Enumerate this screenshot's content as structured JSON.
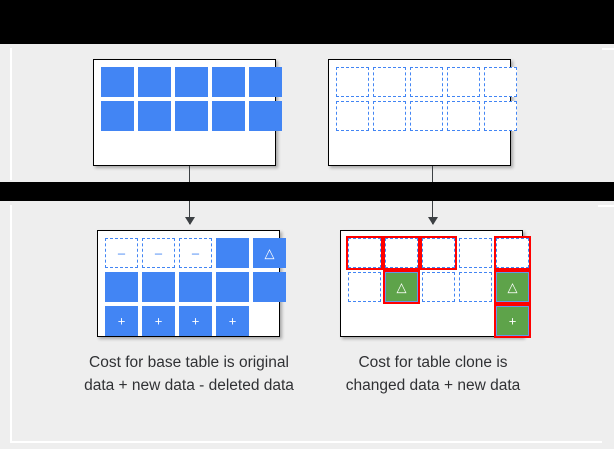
{
  "slide": {
    "background_color": "#eeeeee",
    "letterbox_color": "#000000",
    "accent_blue": "#4285f4",
    "accent_green": "#5ea34a",
    "highlight_red": "#ff0000",
    "caption_color": "#303134"
  },
  "tables": {
    "base_table_before": {
      "name": "base-table-before",
      "columns": 5,
      "rows": 2,
      "cells": [
        {
          "state": "filled",
          "glyph": ""
        },
        {
          "state": "filled",
          "glyph": ""
        },
        {
          "state": "filled",
          "glyph": ""
        },
        {
          "state": "filled",
          "glyph": ""
        },
        {
          "state": "filled",
          "glyph": ""
        },
        {
          "state": "filled",
          "glyph": ""
        },
        {
          "state": "filled",
          "glyph": ""
        },
        {
          "state": "filled",
          "glyph": ""
        },
        {
          "state": "filled",
          "glyph": ""
        },
        {
          "state": "filled",
          "glyph": ""
        }
      ]
    },
    "table_clone_before": {
      "name": "table-clone-before",
      "columns": 5,
      "rows": 2,
      "cells": [
        {
          "state": "dashed",
          "glyph": ""
        },
        {
          "state": "dashed",
          "glyph": ""
        },
        {
          "state": "dashed",
          "glyph": ""
        },
        {
          "state": "dashed",
          "glyph": ""
        },
        {
          "state": "dashed",
          "glyph": ""
        },
        {
          "state": "dashed",
          "glyph": ""
        },
        {
          "state": "dashed",
          "glyph": ""
        },
        {
          "state": "dashed",
          "glyph": ""
        },
        {
          "state": "dashed",
          "glyph": ""
        },
        {
          "state": "dashed",
          "glyph": ""
        }
      ]
    },
    "base_table_after": {
      "name": "base-table-after",
      "columns": 5,
      "rows": 3,
      "cells": [
        {
          "state": "dashed",
          "glyph": "–"
        },
        {
          "state": "dashed",
          "glyph": "–"
        },
        {
          "state": "dashed",
          "glyph": "–"
        },
        {
          "state": "filled",
          "glyph": ""
        },
        {
          "state": "filled",
          "glyph": "△"
        },
        {
          "state": "filled",
          "glyph": ""
        },
        {
          "state": "filled",
          "glyph": ""
        },
        {
          "state": "filled",
          "glyph": ""
        },
        {
          "state": "filled",
          "glyph": ""
        },
        {
          "state": "filled",
          "glyph": ""
        },
        {
          "state": "filled",
          "glyph": "+"
        },
        {
          "state": "filled",
          "glyph": "+"
        },
        {
          "state": "filled",
          "glyph": "+"
        },
        {
          "state": "filled",
          "glyph": "+"
        },
        {
          "state": "empty",
          "glyph": ""
        }
      ]
    },
    "table_clone_after": {
      "name": "table-clone-after",
      "columns": 5,
      "rows": 3,
      "cells": [
        {
          "state": "dashed",
          "glyph": "",
          "ringed": true
        },
        {
          "state": "dashed",
          "glyph": "",
          "ringed": true
        },
        {
          "state": "dashed",
          "glyph": "",
          "ringed": true
        },
        {
          "state": "dashed",
          "glyph": "",
          "ringed": false
        },
        {
          "state": "dashed",
          "glyph": "",
          "ringed": true
        },
        {
          "state": "dashed",
          "glyph": "",
          "ringed": false
        },
        {
          "state": "green",
          "glyph": "△",
          "ringed": true
        },
        {
          "state": "dashed",
          "glyph": "",
          "ringed": false
        },
        {
          "state": "dashed",
          "glyph": "",
          "ringed": false
        },
        {
          "state": "green",
          "glyph": "△",
          "ringed": true
        },
        {
          "state": "empty",
          "glyph": "",
          "ringed": false
        },
        {
          "state": "empty",
          "glyph": "",
          "ringed": false
        },
        {
          "state": "empty",
          "glyph": "",
          "ringed": false
        },
        {
          "state": "empty",
          "glyph": "",
          "ringed": false
        },
        {
          "state": "green",
          "glyph": "+",
          "ringed": true
        }
      ]
    }
  },
  "arrows": {
    "left": {
      "name": "arrow-base-table",
      "direction": "down"
    },
    "right": {
      "name": "arrow-table-clone",
      "direction": "down"
    }
  },
  "captions": {
    "left": "Cost for base table is original data + new data - deleted data",
    "right": "Cost for table clone is changed data + new data"
  }
}
